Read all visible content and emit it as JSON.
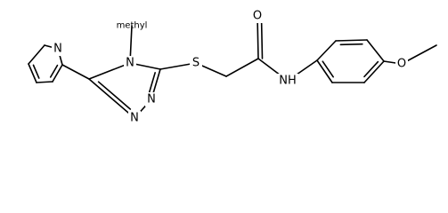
{
  "molecule": {
    "atoms": {
      "pyridine_n": "N",
      "triazole_n4": "N",
      "methyl": "methyl",
      "triazole_n1": "N",
      "triazole_n2": "N",
      "sulfur": "S",
      "carbonyl_o": "O",
      "amide_nh": "NH",
      "ether_o": "O"
    },
    "colors": {
      "bond": "#000000",
      "label": "#000000",
      "background": "#ffffff"
    }
  }
}
